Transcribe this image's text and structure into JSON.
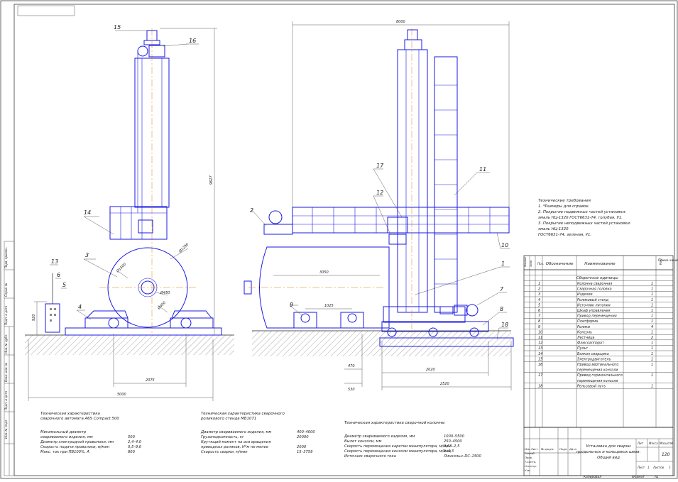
{
  "drawing": {
    "title_lines": [
      "Установка для сварки",
      "продольных и кольцевых швов.",
      "Общий вид"
    ],
    "mass": "120",
    "sheet_label": "Лист",
    "sheets_label": "Листов",
    "sheet_num": "1",
    "lit_label": "Лит",
    "mass_label": "Масса",
    "scale_label": "Масштаб",
    "copied_label": "Копировал",
    "format_label": "Формат",
    "format_value": "А1",
    "title_block_rows": [
      "Изм Лист",
      "Разраб.",
      "Пров.",
      "Т.контр.",
      "Н.контр.",
      "Утв."
    ],
    "title_block_cols": [
      "№ докум.",
      "Подп.",
      "Дата"
    ]
  },
  "side_stamp": [
    "Перв. примен.",
    "Справ. №",
    "Подп. и дата",
    "Инв. № дубл.",
    "Взам. инв. №",
    "Подп. и дата",
    "Инв. № подл."
  ],
  "views": {
    "left": {
      "dims": [
        "5000",
        "2075",
        "9627",
        "920",
        "Ø1290",
        "Ø1500",
        "Ø450",
        "Ø400"
      ],
      "callouts": [
        "15",
        "16",
        "14",
        "3",
        "13",
        "6",
        "5",
        "4"
      ]
    },
    "right": {
      "dims": [
        "8000",
        "3050",
        "1025",
        "470",
        "530",
        "2020",
        "2520"
      ],
      "callouts": [
        "2",
        "17",
        "12",
        "11",
        "10",
        "1",
        "9",
        "7",
        "8",
        "18"
      ]
    }
  },
  "tech_requirements": {
    "title": "Технические требования",
    "lines": [
      "1. *Размеры для справок.",
      "2. Покрытие подвижных частей установки:",
      "эмаль НЦ-1320 ГОСТ6631-74, голубая, У1.",
      "3. Покрытие неподвижных частей установки:",
      "эмаль НЦ-1320",
      "ГОСТ6631-74, зеленая, У1."
    ]
  },
  "specs": [
    {
      "title": [
        "Техническая характеристика",
        "сварочного автомата А6S Compact 500"
      ],
      "rows": [
        [
          "Минимальный диаметр",
          ""
        ],
        [
          "свариваемого изделия, мм",
          "500"
        ],
        [
          "Диаметр электродной проволоки, мм",
          "2,4–4,0"
        ],
        [
          "Скорость подачи проволоки, м/мин",
          "0,5–9,0"
        ],
        [
          "Макс. ток при ПВ100%, А",
          "800"
        ]
      ]
    },
    {
      "title": [
        "Техническая характеристика сварочного",
        "роликового стенда МБ1071"
      ],
      "rows": [
        [
          "Диаметр свариваемого изделия, мм",
          "400–4000"
        ],
        [
          "Грузоподъемность, кг",
          "20000"
        ],
        [
          "Крутящий момент на оси вращения",
          ""
        ],
        [
          "приводных роликов, Н*м не менее",
          "2000"
        ],
        [
          "Скорость сварки, м/мин",
          "15–3759"
        ]
      ]
    },
    {
      "title": [
        "Техническая характеристика сварочной колонны"
      ],
      "rows": [
        [
          "Диаметр свариваемого изделия, мм",
          "1000–5500"
        ],
        [
          "Вылет консоли, мм",
          "250–4500"
        ],
        [
          "Скорость перемещения каретки манипулятора, м/мин",
          "0,63–2,5"
        ],
        [
          "Скорость перемещения консоли манипулятора, м/мин",
          "1–4,3"
        ],
        [
          "Источник сварочного тока",
          "Линкольн–DC–1500"
        ]
      ]
    }
  ],
  "spec_table": {
    "headers": [
      "Формат",
      "Зона",
      "Поз.",
      "Обозначение",
      "Наименование",
      "Кол.",
      "Приме-чание"
    ],
    "section": "Сборочные единицы",
    "rows": [
      [
        "1",
        "Колонна сварочная",
        "1"
      ],
      [
        "2",
        "Сварочная головка",
        "1"
      ],
      [
        "3",
        "Изделие",
        "1"
      ],
      [
        "4",
        "Роликовый стенд",
        "1"
      ],
      [
        "5",
        "Источник питания",
        "1"
      ],
      [
        "6",
        "Шкаф управления",
        "1"
      ],
      [
        "7",
        "Привод перемещения",
        "1"
      ],
      [
        "8",
        "Платформа",
        "1"
      ],
      [
        "9",
        "Ролики",
        "4"
      ],
      [
        "10",
        "Консоль",
        "1"
      ],
      [
        "11",
        "Лестница",
        "2"
      ],
      [
        "12",
        "Флюсоаппарат",
        "1"
      ],
      [
        "13",
        "Пульт",
        "1"
      ],
      [
        "14",
        "Балкон сварщика",
        "1"
      ],
      [
        "15",
        "Электродвигатель",
        "1"
      ],
      [
        "16",
        "Привод вертикального перемещения консоли",
        "1"
      ],
      [
        "17",
        "Привод горизонтального перемещения консоли",
        "1"
      ],
      [
        "18",
        "Рельсовый путь",
        "1"
      ]
    ]
  }
}
